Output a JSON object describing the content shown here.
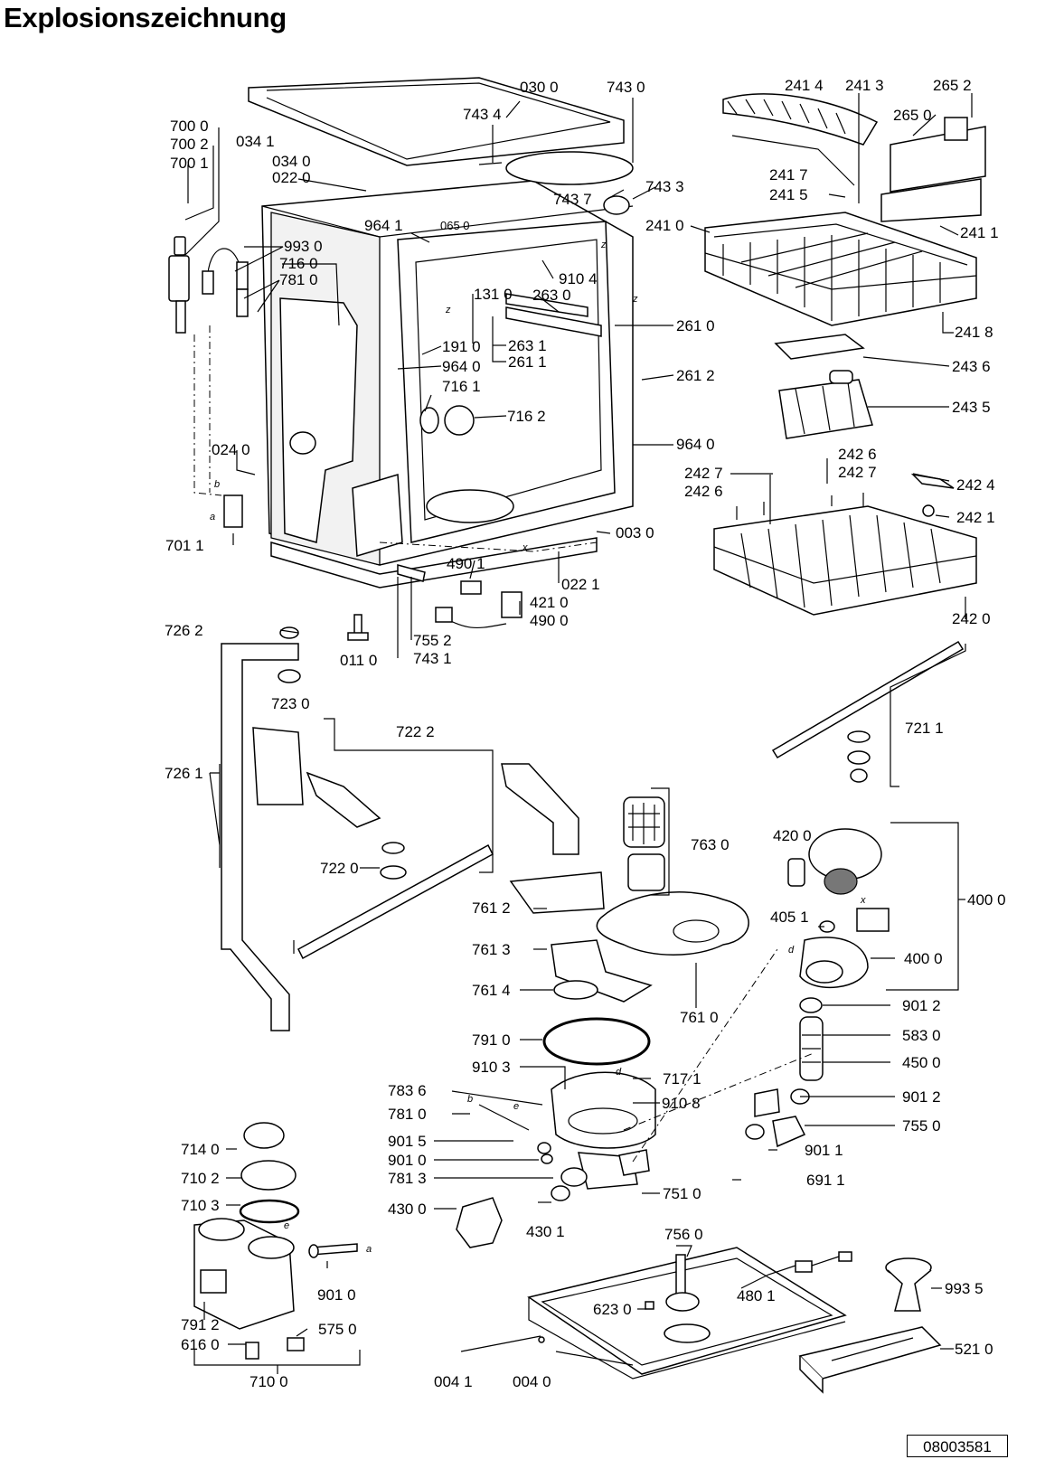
{
  "title": "Explosionszeichnung",
  "drawing_number": "08003581",
  "labels": [
    "030 0",
    "743 0",
    "743 4",
    "700 0",
    "700 2",
    "700 1",
    "034 1",
    "034 0",
    "022 0",
    "964 1",
    "065 0",
    "743 7",
    "743 3",
    "241 4",
    "241 3",
    "265 2",
    "265 0",
    "241 7",
    "241 5",
    "241 0",
    "241 1",
    "241 8",
    "993 0",
    "716 0",
    "781 0",
    "910 4",
    "131 0",
    "263 0",
    "261 0",
    "263 1",
    "261 1",
    "191 0",
    "964 0",
    "716 1",
    "716 2",
    "261 2",
    "243 6",
    "243 5",
    "964 0",
    "024 0",
    "242 7",
    "242 6",
    "242 6",
    "242 7",
    "242 4",
    "242 1",
    "003 0",
    "701 1",
    "490 1",
    "022 1",
    "421 0",
    "490 0",
    "755 2",
    "743 1",
    "011 0",
    "242 0",
    "726 2",
    "723 0",
    "722 2",
    "721 1",
    "726 1",
    "722 0",
    "763 0",
    "420 0",
    "400 0",
    "761 2",
    "405 1",
    "761 3",
    "400 0",
    "761 4",
    "761 0",
    "901 2",
    "583 0",
    "450 0",
    "791 0",
    "910 3",
    "717 1",
    "783 6",
    "910 8",
    "781 0",
    "901 2",
    "901 5",
    "755 0",
    "901 0",
    "781 3",
    "901 1",
    "751 0",
    "691 1",
    "430 0",
    "430 1",
    "714 0",
    "710 2",
    "710 3",
    "756 0",
    "480 1",
    "993 5",
    "623 0",
    "901 0",
    "791 2",
    "575 0",
    "616 0",
    "004 1",
    "004 0",
    "521 0",
    "710 0"
  ],
  "letters": [
    "z",
    "z",
    "z",
    "x",
    "b",
    "a",
    "d",
    "x",
    "d",
    "e",
    "b",
    "e",
    "a"
  ],
  "icons": [
    "dishwasher-tub",
    "upper-basket",
    "lower-basket",
    "spray-arm",
    "pump-motor",
    "filter",
    "water-softener",
    "base-plate"
  ]
}
